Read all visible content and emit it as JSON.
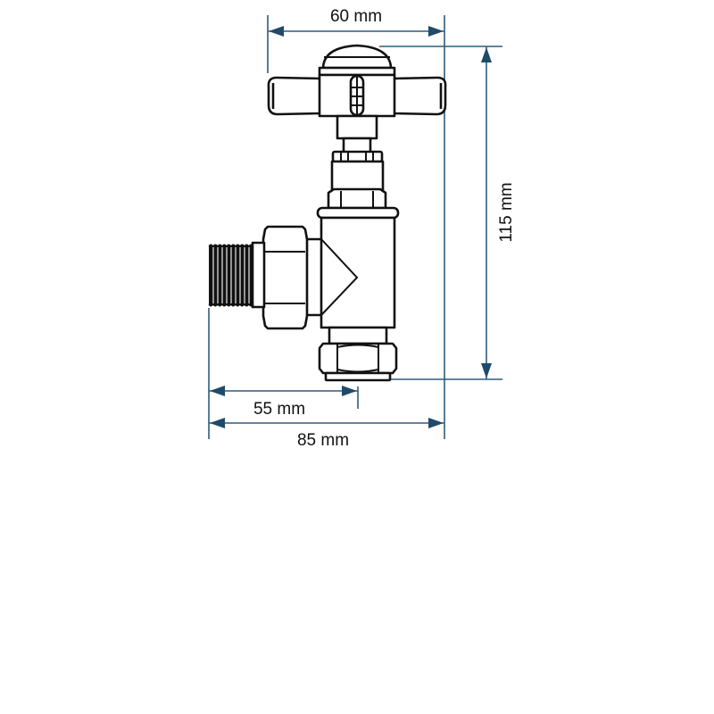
{
  "diagram": {
    "subject": "Angled radiator valve with crosshead handle",
    "colors": {
      "outline": "#111111",
      "dimension_line": "#2f5c7c",
      "arrowhead": "#1f4a6a",
      "background": "#ffffff"
    },
    "dimensions": {
      "width_top": {
        "label": "60 mm",
        "value": 60,
        "unit": "mm"
      },
      "height": {
        "label": "115 mm",
        "value": 115,
        "unit": "mm"
      },
      "offset": {
        "label": "55 mm",
        "value": 55,
        "unit": "mm"
      },
      "overall_width": {
        "label": "85 mm",
        "value": 85,
        "unit": "mm"
      }
    },
    "parts": [
      "crosshead-handle",
      "dome-cap",
      "spindle",
      "gland-nut",
      "head-nut",
      "valve-body",
      "union-nut",
      "threaded-tail",
      "bottom-compression-nut",
      "olive"
    ]
  }
}
